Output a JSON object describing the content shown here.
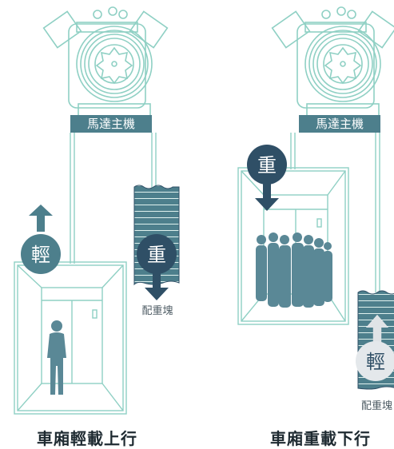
{
  "colors": {
    "line": "#8fd0c4",
    "dark_teal": "#4d7f8c",
    "navy": "#2f4f66",
    "figure": "#5a8896",
    "caption_text": "#1e2a31"
  },
  "left_panel": {
    "motor_label": "馬達主機",
    "car_badge": "輕",
    "counterweight_badge": "重",
    "counterweight_label": "配重塊",
    "caption": "車廂輕載上行"
  },
  "right_panel": {
    "motor_label": "馬達主機",
    "car_badge": "重",
    "counterweight_badge": "輕",
    "counterweight_label": "配重塊",
    "caption": "車廂重載下行"
  }
}
